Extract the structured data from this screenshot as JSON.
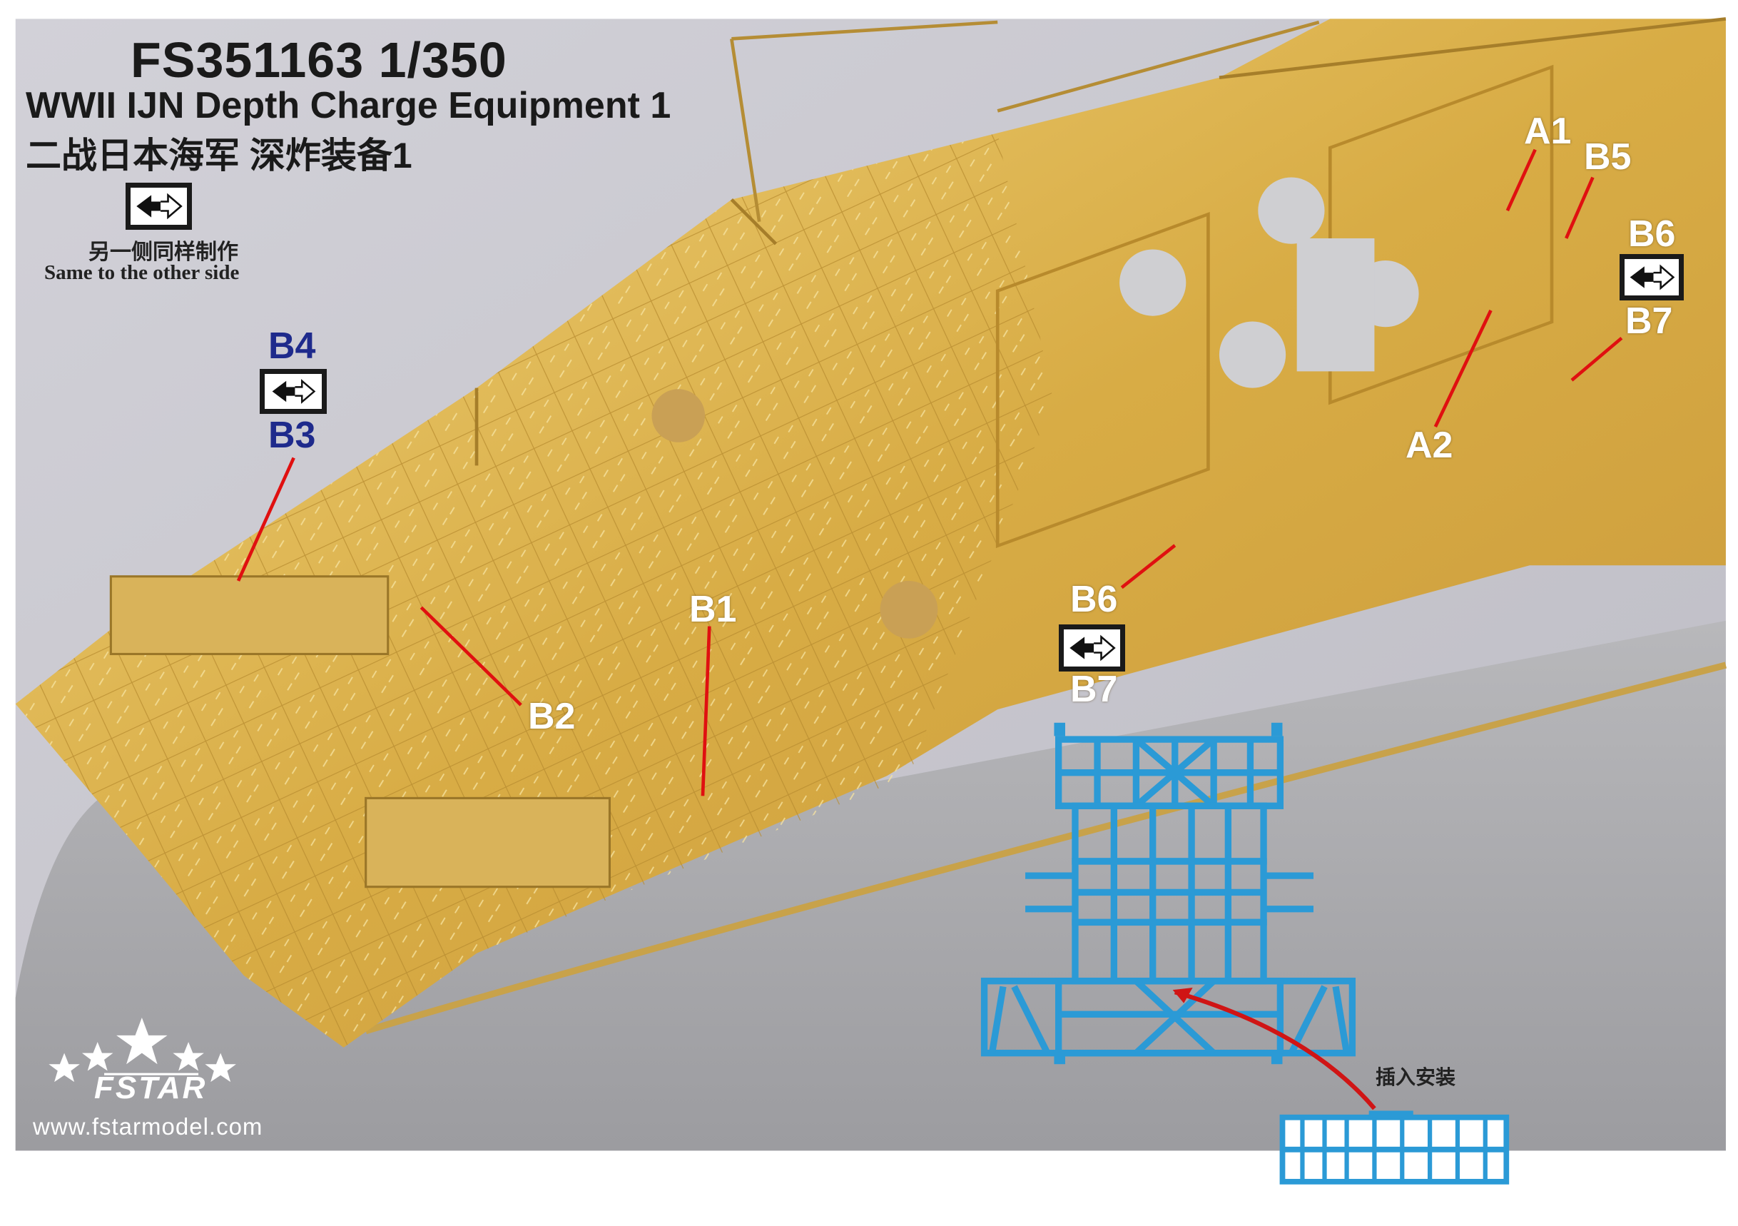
{
  "header": {
    "product_code": "FS351163 1/350",
    "title_en": "WWII IJN Depth Charge Equipment 1",
    "title_cn": "二战日本海军 深炸装备1"
  },
  "legend": {
    "icon": "double-arrow-swap-icon",
    "note_cn": "另一侧同样制作",
    "note_en": "Same to the other side"
  },
  "labels": {
    "a1": "A1",
    "a2": "A2",
    "b1": "B1",
    "b2": "B2",
    "b3": "B3",
    "b4": "B4",
    "b5": "B5",
    "b6_right": "B6",
    "b7_right": "B7",
    "b6_center": "B6",
    "b7_center": "B7"
  },
  "diagram": {
    "insert_label": "插入安装"
  },
  "brand": {
    "logo": "FSTAR",
    "url": "www.fstarmodel.com"
  },
  "colors": {
    "pointer_line": "#e01010",
    "diagram_part": "#2b9ad6",
    "label_blue": "#1e2a8c",
    "brass": "#d9b24a",
    "hull_gray": "#a9a9ab"
  }
}
